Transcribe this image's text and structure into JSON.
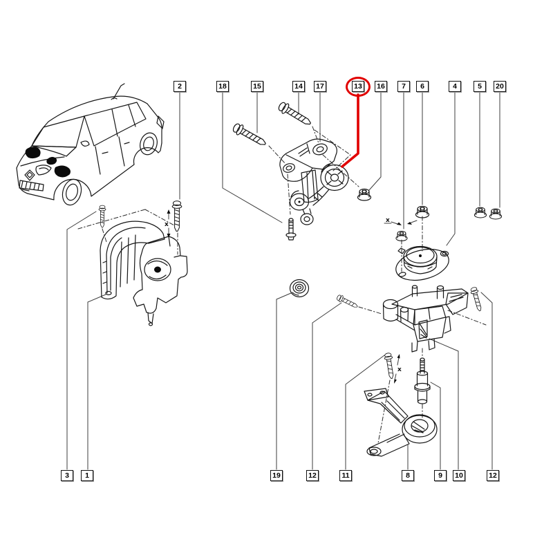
{
  "diagram": {
    "kind": "exploded-parts-diagram",
    "subject": "engine-mounting-and-suspension-of-engine",
    "background": "#ffffff",
    "line_color": "#151515",
    "leader_color": "#3c3c3c"
  },
  "highlight": {
    "circled_callout": "13",
    "color": "#e10000"
  },
  "callouts": {
    "top": [
      {
        "label": "2"
      },
      {
        "label": "18"
      },
      {
        "label": "15"
      },
      {
        "label": "14"
      },
      {
        "label": "17"
      },
      {
        "label": "13",
        "highlighted": true
      },
      {
        "label": "16"
      },
      {
        "label": "7"
      },
      {
        "label": "6"
      },
      {
        "label": "4"
      },
      {
        "label": "5"
      },
      {
        "label": "20"
      }
    ],
    "bottom": [
      {
        "label": "3"
      },
      {
        "label": "1"
      },
      {
        "label": "19"
      },
      {
        "label": "12"
      },
      {
        "label": "11"
      },
      {
        "label": "8"
      },
      {
        "label": "9"
      },
      {
        "label": "10"
      },
      {
        "label": "12"
      }
    ]
  },
  "dimension_labels": [
    "x",
    "x",
    "x"
  ]
}
